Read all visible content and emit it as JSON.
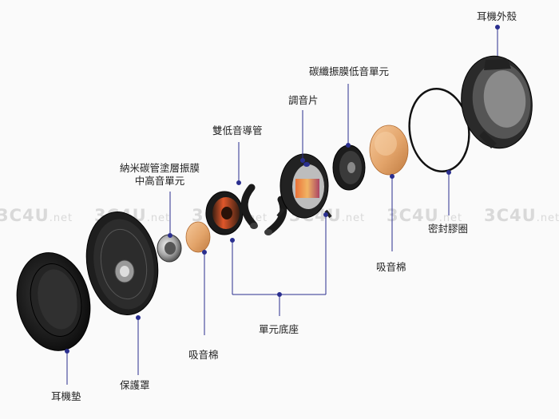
{
  "watermark": {
    "main": "3C4U",
    "suffix": ".net"
  },
  "accent": "#2a2f8f",
  "labels": {
    "ear_pad": "耳機墊",
    "protective_cover": "保護罩",
    "absorb_cotton_left": "吸音棉",
    "unit_base": "單元底座",
    "nano_carbon_line1": "納米碳管塗層振膜",
    "nano_carbon_line2": "中高音單元",
    "dual_bass_tube": "雙低音導管",
    "tuning_plate": "調音片",
    "carbon_fiber_driver": "碳纖振膜低音單元",
    "absorb_cotton_right": "吸音棉",
    "sealing_ring": "密封膠圈",
    "outer_shell": "耳機外殼"
  }
}
